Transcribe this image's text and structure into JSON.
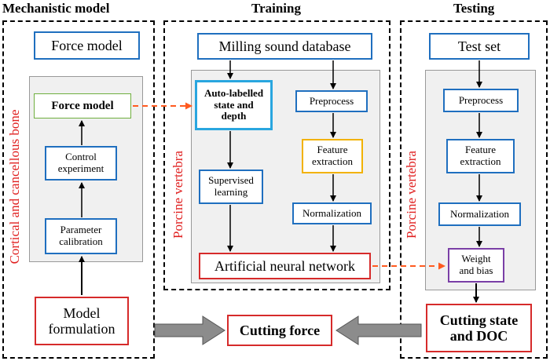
{
  "sections": {
    "mechanistic": "Mechanistic model",
    "training": "Training",
    "testing": "Testing"
  },
  "side_labels": {
    "bone": "Cortical and cancellous bone",
    "vertebra_training": "Porcine vertebra",
    "vertebra_testing": "Porcine vertebra"
  },
  "mechanistic": {
    "force_model_top": "Force model",
    "force_model": "Force model",
    "control_experiment": "Control\nexperiment",
    "parameter_calibration": "Parameter\ncalibration",
    "model_formulation": "Model\nformulation"
  },
  "training": {
    "database": "Milling sound database",
    "auto_labelled": "Auto-labelled\nstate and\ndepth",
    "supervised_learning": "Supervised\nlearning",
    "preprocess": "Preprocess",
    "feature_extraction": "Feature\nextraction",
    "normalization": "Normalization",
    "ann": "Artificial neural network"
  },
  "testing": {
    "test_set": "Test set",
    "preprocess": "Preprocess",
    "feature_extraction": "Feature\nextraction",
    "normalization": "Normalization",
    "weight_bias": "Weight\nand bias",
    "cutting_state": "Cutting state\nand DOC"
  },
  "cutting_force": "Cutting force",
  "colors": {
    "blue_border": "#1f6fbf",
    "light_blue_border": "#29a6df",
    "yellow_border": "#f2b200",
    "purple_border": "#7a3fa6",
    "green_border": "#6fae3e",
    "red_border": "#d62a2a",
    "red_text": "#e02020",
    "orange_arrow": "#ff5a1f",
    "gray_arrow": "#8c8c8c",
    "panel_bg": "#f0f0f0"
  }
}
